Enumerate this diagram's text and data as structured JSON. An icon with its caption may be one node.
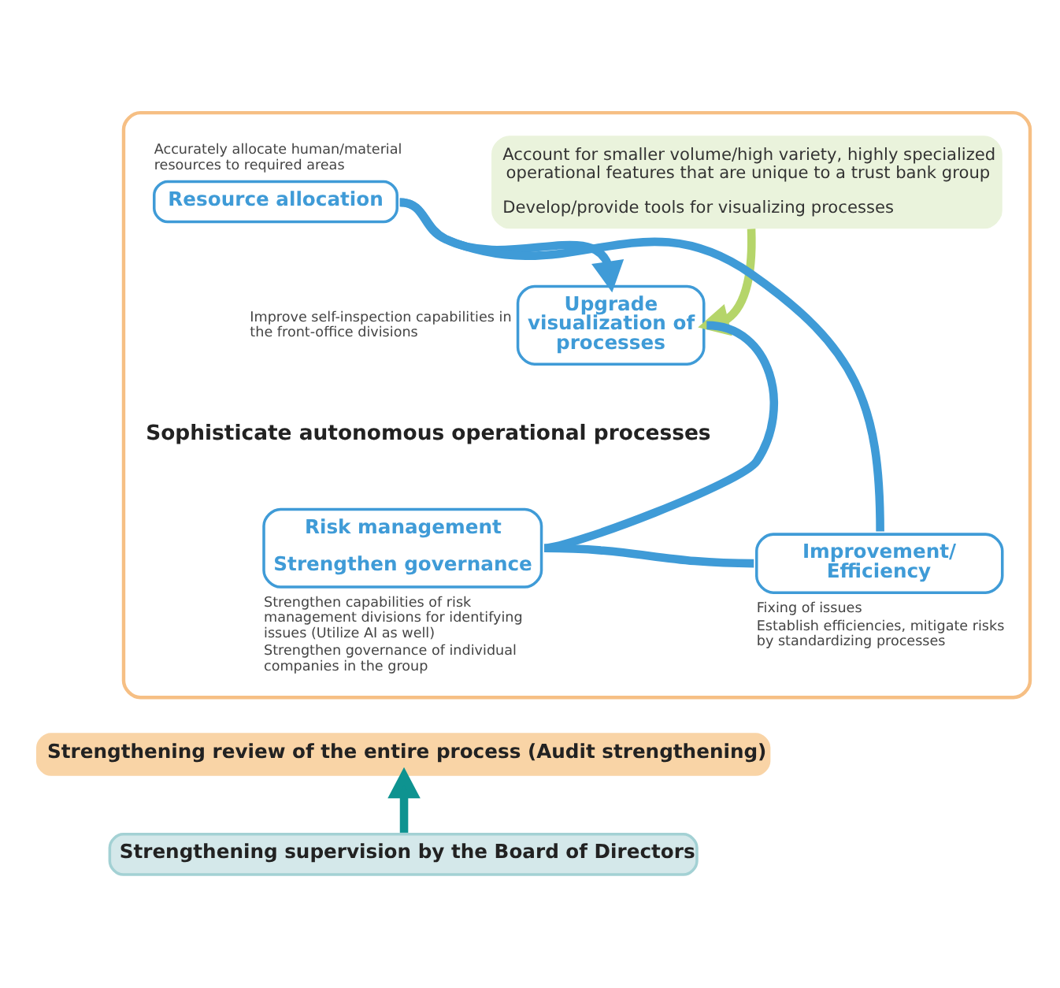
{
  "diagram": {
    "nodes": [
      {
        "text": [],
        "shape": "box"
      },
      {
        "text": [
          "Account for smaller volume/high variety, highly specialized operational features that are unique to a trust bank group",
          "Develop/provide tools for visualizing processes"
        ],
        "in": 0
      },
      {
        "text": [
          "Upgrade visualization of processes"
        ],
        "in": 0,
        "beside": [
          "Improve self-inspection capabilities in the front-office divisions"
        ]
      },
      {
        "text": [
          "Resource allocation"
        ],
        "in": 0,
        "beside": [
          "Accurately allocate human/material resources to required areas"
        ]
      },
      {
        "text": [
          "Risk management",
          "Strengthen governance"
        ],
        "in": 0,
        "beside": [
          "Strengthen capabilities of risk management divisions for identifying issues (Utilize AI as well)",
          "Strengthen governance of individual companies in the group"
        ]
      },
      {
        "text": [
          "Improvement/ Efficiency"
        ],
        "in": 0,
        "beside": [
          "Fixing of issues",
          "Establish efficiencies, mitigate risks by standardizing processes"
        ]
      },
      {
        "text": [
          "Strengthening review of the entire process (Audit strengthening)"
        ]
      },
      {
        "text": [
          "Strengthening supervision by the Board of Directors"
        ]
      }
    ],
    "edges": [
      {
        "from": 1,
        "to": 2,
        "arrow": "to",
        "color": "#b5d56a"
      },
      {
        "from": 3,
        "to": 2,
        "arrow": "to"
      },
      {
        "from": 2,
        "to": 4,
        "arrow": "none"
      },
      {
        "from": 4,
        "to": 5,
        "arrow": "none"
      },
      {
        "from": 5,
        "to": 3,
        "arrow": "none"
      },
      {
        "from": 7,
        "to": 6,
        "arrow": "to",
        "color": "#0e9390"
      }
    ],
    "labels": [
      "Sophisticate autonomous operational processes"
    ]
  }
}
